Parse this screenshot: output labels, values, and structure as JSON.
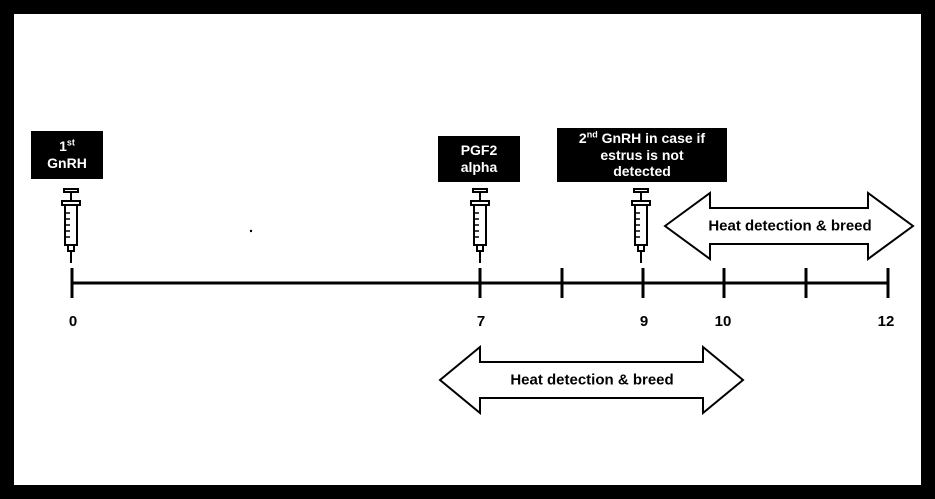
{
  "labels": {
    "first_gnrh": {
      "ordinal": "1",
      "sup": "st",
      "text": "GnRH"
    },
    "pgf2": {
      "line1": "PGF2",
      "line2": "alpha"
    },
    "second_gnrh": {
      "ordinal": "2",
      "sup": "nd",
      "line1_rest": " GnRH in case if",
      "line2": "estrus is not",
      "line3": "detected"
    }
  },
  "ticks": [
    "0",
    "7",
    "9",
    "10",
    "12"
  ],
  "arrows": {
    "upper": "Heat detection & breed",
    "lower": "Heat detection & breed"
  },
  "icons": [
    "syringe-icon",
    "syringe-icon",
    "syringe-icon"
  ]
}
